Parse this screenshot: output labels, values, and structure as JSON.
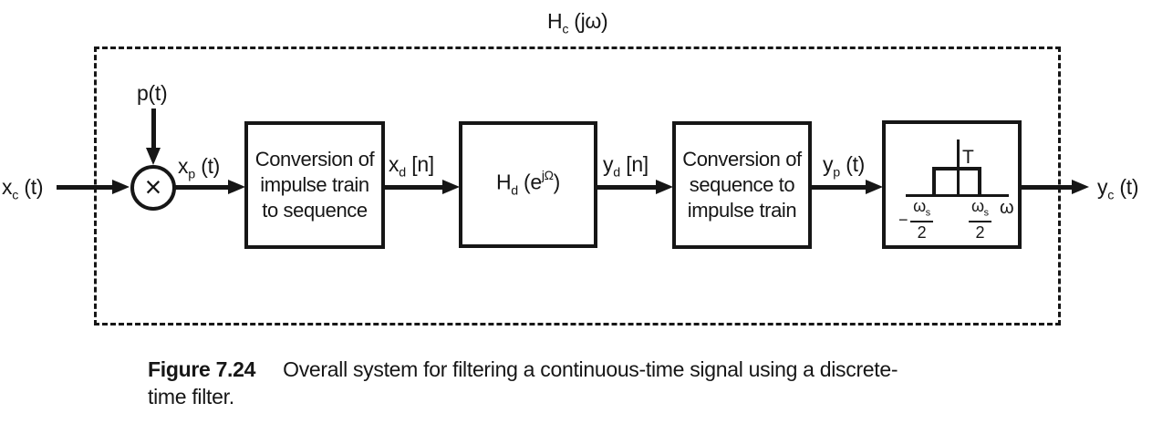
{
  "colors": {
    "ink": "#161616",
    "background": "#ffffff"
  },
  "system_label": {
    "base": "H",
    "sub": "c",
    "rest": " (jω)"
  },
  "multiplier": {
    "symbol": "×"
  },
  "signals": {
    "xc": {
      "base": "x",
      "sub": "c",
      "rest": " (t)"
    },
    "pt": {
      "text": "p(t)"
    },
    "xp": {
      "base": "x",
      "sub": "p",
      "rest": " (t)"
    },
    "xd": {
      "base": "x",
      "sub": "d",
      "rest": " [n]"
    },
    "yd": {
      "base": "y",
      "sub": "d",
      "rest": " [n]"
    },
    "yp": {
      "base": "y",
      "sub": "p",
      "rest": " (t)"
    },
    "yc": {
      "base": "y",
      "sub": "c",
      "rest": " (t)"
    }
  },
  "blocks": {
    "impulse_to_sequence": {
      "lines": [
        "Conversion of",
        "impulse train",
        "to sequence"
      ]
    },
    "discrete_filter": {
      "base": "H",
      "sub": "d",
      "pre": " (e",
      "sup": "jΩ",
      "post": ")"
    },
    "sequence_to_impulse": {
      "lines": [
        "Conversion of",
        "sequence to",
        "impulse train"
      ]
    },
    "reconstruction_filter": {
      "gain_label": "T",
      "axis_label": "ω",
      "left_tick": {
        "sign": "−",
        "numerator_base": "ω",
        "numerator_sub": "s",
        "denominator": "2"
      },
      "right_tick": {
        "numerator_base": "ω",
        "numerator_sub": "s",
        "denominator": "2"
      }
    }
  },
  "caption": {
    "label": "Figure 7.24",
    "line1": "Overall system for filtering a continuous-time signal using a discrete-",
    "line2": "time filter."
  }
}
